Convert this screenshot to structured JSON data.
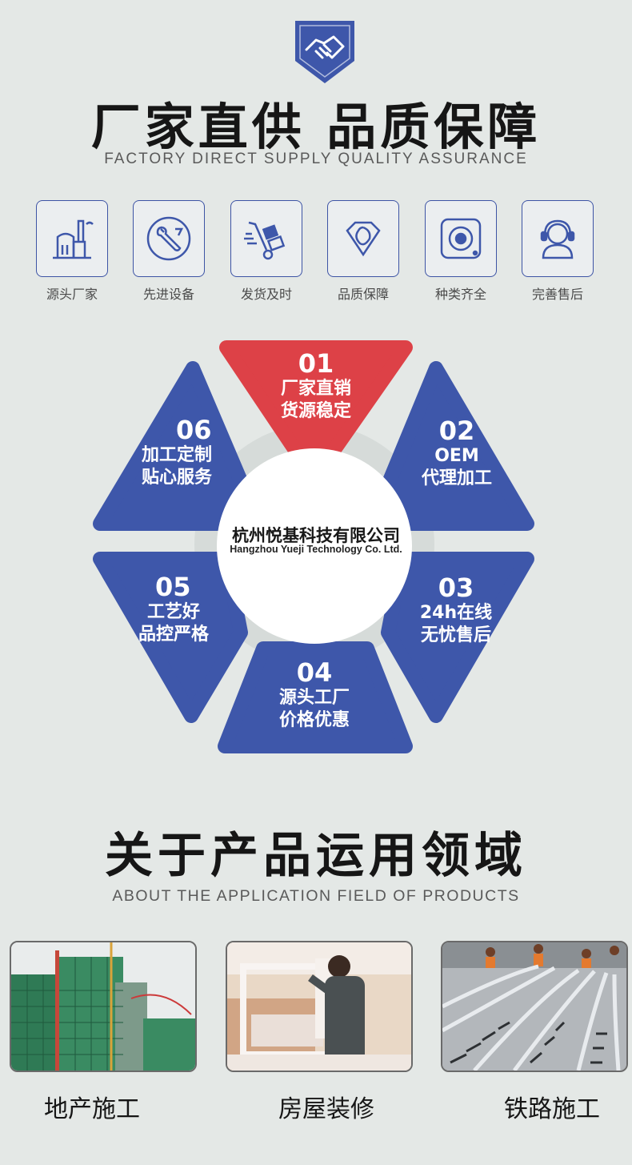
{
  "header": {
    "title": "厂家直供 品质保障",
    "subtitle": "FACTORY DIRECT SUPPLY QUALITY ASSURANCE"
  },
  "features": [
    {
      "label": "源头厂家",
      "icon": "factory-icon"
    },
    {
      "label": "先进设备",
      "icon": "wrench-icon"
    },
    {
      "label": "发货及时",
      "icon": "hand-truck-icon"
    },
    {
      "label": "品质保障",
      "icon": "diamond-quality-icon"
    },
    {
      "label": "种类齐全",
      "icon": "disc-box-icon"
    },
    {
      "label": "完善售后",
      "icon": "headset-support-icon"
    }
  ],
  "hexagon": {
    "center": {
      "name_cn": "杭州悦基科技有限公司",
      "name_en": "Hangzhou Yueji Technology Co. Ltd."
    },
    "segments": [
      {
        "num": "01",
        "line1": "厂家直销",
        "line2": "货源稳定",
        "color": "#dd4147"
      },
      {
        "num": "02",
        "line1": "OEM",
        "line2": "代理加工",
        "color": "#3e57aa"
      },
      {
        "num": "03",
        "line1": "24h在线",
        "line2": "无忧售后",
        "color": "#3e57aa"
      },
      {
        "num": "04",
        "line1": "源头工厂",
        "line2": "价格优惠",
        "color": "#3e57aa"
      },
      {
        "num": "05",
        "line1": "工艺好",
        "line2": "品控严格",
        "color": "#3e57aa"
      },
      {
        "num": "06",
        "line1": "加工定制",
        "line2": "贴心服务",
        "color": "#3e57aa"
      }
    ]
  },
  "applications": {
    "title": "关于产品运用领域",
    "subtitle": "ABOUT THE APPLICATION FIELD OF PRODUCTS",
    "items": [
      {
        "label": "地产施工"
      },
      {
        "label": "房屋装修"
      },
      {
        "label": "铁路施工"
      }
    ]
  },
  "colors": {
    "accent_blue": "#3e57aa",
    "accent_red": "#dd4147",
    "background": "#e4e8e6"
  }
}
